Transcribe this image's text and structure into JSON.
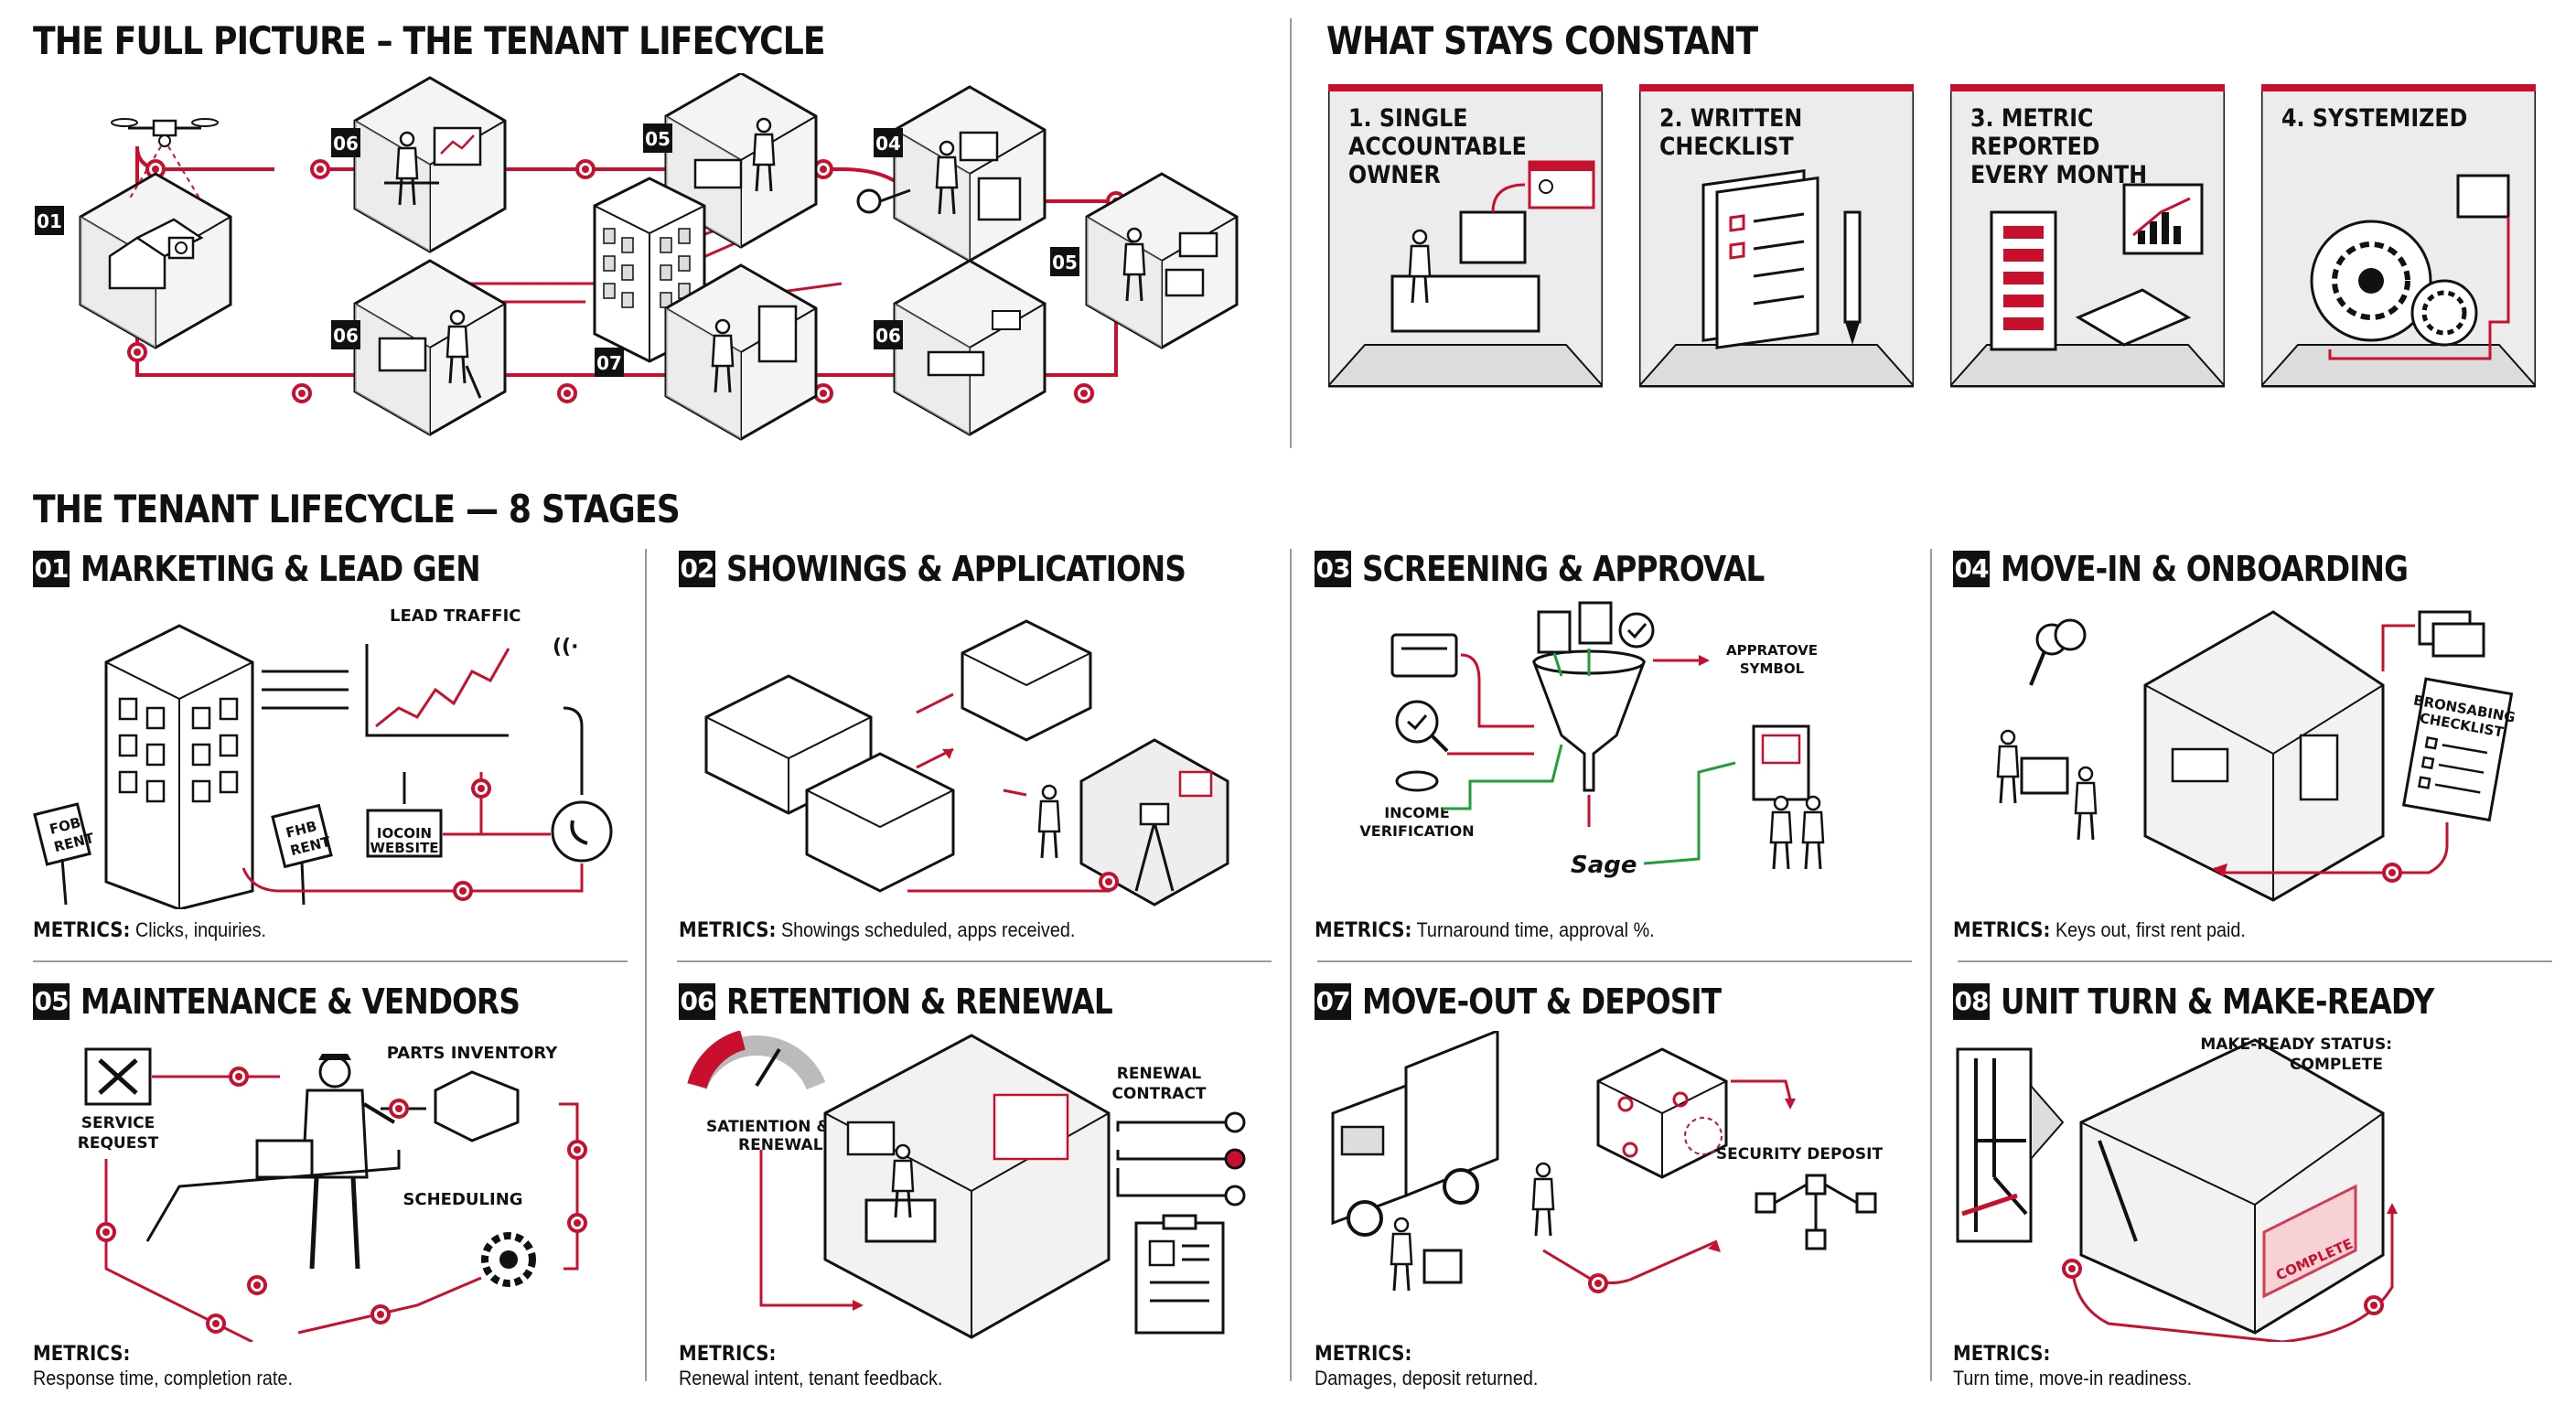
{
  "top_left": {
    "title": "THE FULL PICTURE – THE TENANT LIFECYCLE",
    "badges": [
      "01",
      "06",
      "05",
      "04",
      "05",
      "06",
      "07",
      "06"
    ]
  },
  "top_right": {
    "title": "WHAT STAYS CONSTANT",
    "cards": [
      {
        "title": "1. SINGLE\nACCOUNTABLE\nOWNER"
      },
      {
        "title": "2. WRITTEN\nCHECKLIST"
      },
      {
        "title": "3. METRIC REPORTED\nEVERY MONTH"
      },
      {
        "title": "4. SYSTEMIZED"
      }
    ]
  },
  "lifecycle": {
    "title": "THE TENANT LIFECYCLE — 8 STAGES",
    "metrics_label": "METRICS:",
    "stages": [
      {
        "num": "01",
        "title": "MARKETING & LEAD GEN",
        "metrics": "Clicks, inquiries.",
        "labels": {
          "a": "LEAD TRAFFIC",
          "b1": "IOCOIN",
          "b2": "WEBSITE",
          "c1": "FOB",
          "c2": "RENT",
          "d1": "FHB",
          "d2": "RENT"
        }
      },
      {
        "num": "02",
        "title": "SHOWINGS & APPLICATIONS",
        "metrics": "Showings scheduled, apps received.",
        "labels": {}
      },
      {
        "num": "03",
        "title": "SCREENING & APPROVAL",
        "metrics": "Turnaround time, approval %.",
        "labels": {
          "a1": "APPRATOVE",
          "a2": "SYMBOL",
          "b1": "INCOME",
          "b2": "VERIFICATION",
          "sig": "Sage"
        }
      },
      {
        "num": "04",
        "title": "MOVE-IN & ONBOARDING",
        "metrics": "Keys out, first rent paid.",
        "labels": {
          "a1": "BRONSABING",
          "a2": "CHECKLIST"
        }
      },
      {
        "num": "05",
        "title": "MAINTENANCE & VENDORS",
        "metrics": "Response time, completion rate.",
        "labels": {
          "a": "PARTS INVENTORY",
          "b1": "SERVICE",
          "b2": "REQUEST",
          "c": "SCHEDULING"
        }
      },
      {
        "num": "06",
        "title": "RETENTION & RENEWAL",
        "metrics": "Renewal intent, tenant feedback.",
        "labels": {
          "a1": "SATIENTION &",
          "a2": "RENEWAL",
          "b1": "RENEWAL",
          "b2": "CONTRACT"
        }
      },
      {
        "num": "07",
        "title": "MOVE-OUT & DEPOSIT",
        "metrics": "Damages, deposit returned.",
        "labels": {
          "a": "SECURITY DEPOSIT"
        }
      },
      {
        "num": "08",
        "title": "UNIT TURN & MAKE-READY",
        "metrics": "Turn time, move-in readiness.",
        "labels": {
          "a1": "MAKE-READY STATUS:",
          "a2": "COMPLETE",
          "b": "COMPLETE"
        }
      }
    ]
  },
  "colors": {
    "accent": "#c8102e",
    "ink": "#111111",
    "panel": "#e9e9e9",
    "divider": "#9a9a9a"
  }
}
